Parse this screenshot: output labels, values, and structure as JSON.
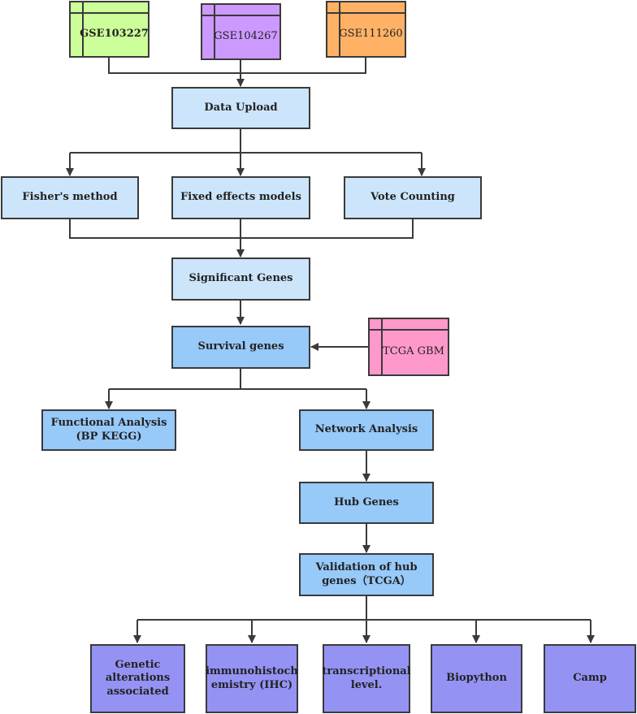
{
  "sources": {
    "gse103227": {
      "label": "GSE103227",
      "color": "#ccff99"
    },
    "gse104267": {
      "label": "GSE104267",
      "color": "#cc99ff"
    },
    "gse111260": {
      "label": "GSE111260",
      "color": "#ffb266"
    },
    "tcga_gbm": {
      "label": "TCGA GBM",
      "color": "#ff99cc"
    }
  },
  "nodes": {
    "data_upload": "Data Upload",
    "fishers_method": "Fisher's method",
    "fixed_effects": "Fixed effects models",
    "vote_counting": "Vote Counting",
    "significant_genes": "Significant Genes",
    "survival_genes": "Survival genes",
    "functional_analysis_1": "Functional Analysis",
    "functional_analysis_2": "(BP KEGG)",
    "network_analysis": "Network Analysis",
    "hub_genes": "Hub Genes",
    "validation_1": "Validation of hub",
    "validation_2": "genes（TCGA）",
    "genetic_1": "Genetic",
    "genetic_2": "alterations",
    "genetic_3": "associated",
    "ihc_1": "immunohistoch",
    "ihc_2": "emistry (IHC)",
    "transcriptional_1": "transcriptional",
    "transcriptional_2": "level.",
    "biopython": "Biopython",
    "camp": "Camp"
  },
  "colors": {
    "light_blue": "#cce5fb",
    "mid_blue": "#97c9f9",
    "purple": "#9493f4",
    "line": "#3a3a3a"
  }
}
